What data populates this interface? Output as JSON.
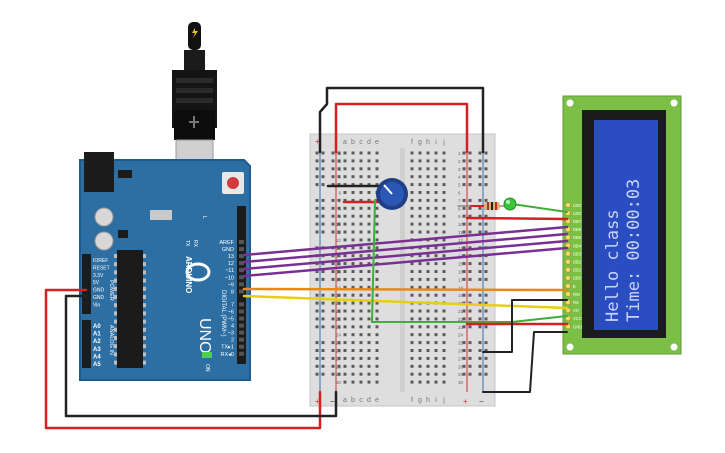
{
  "colors": {
    "arduino_blue": "#2d6ea3",
    "arduino_dark": "#1f5a8c",
    "breadboard": "#dedede",
    "rail_red": "#d0312d",
    "rail_blue": "#3b6fb6",
    "lcd_pcb": "#7bbf47",
    "lcd_screen": "#2a4dc2",
    "lcd_text": "#c9d4ff",
    "wire_red": "#d42020",
    "wire_black": "#222222",
    "wire_green": "#3fae3a",
    "wire_purple": "#7a2f93",
    "wire_orange": "#e58a17",
    "wire_yellow": "#e6cf12",
    "led_green": "#39c43a"
  },
  "arduino": {
    "brand": "ARDUINO",
    "model": "UNO",
    "digital_label": "DIGITAL (PWM~)",
    "power_label": "POWER",
    "analog_label": "ANALOG IN",
    "on_label": "ON",
    "tx_label": "TX",
    "rx_label": "RX",
    "l_label": "L",
    "digital_pins": [
      "AREF",
      "GND",
      "13",
      "12",
      "~11",
      "~10",
      "~9",
      "8",
      "7",
      "~6",
      "~5",
      "4",
      "~3",
      "2",
      "TX▸1",
      "RX◂0"
    ],
    "power_pins": [
      "IOREF",
      "RESET",
      "3.3V",
      "5V",
      "GND",
      "GND",
      "Vin"
    ],
    "analog_pins": [
      "A0",
      "A1",
      "A2",
      "A3",
      "A4",
      "A5"
    ]
  },
  "breadboard": {
    "column_labels_left": [
      "a",
      "b",
      "c",
      "d",
      "e"
    ],
    "column_labels_right": [
      "f",
      "g",
      "h",
      "i",
      "j"
    ],
    "rows": 30,
    "plus": "+",
    "minus": "−"
  },
  "lcd": {
    "line1": "Hello class",
    "line2": "Time: 00:00:03",
    "pins": [
      "LED",
      "LED",
      "DB7",
      "DB6",
      "DB5",
      "DB4",
      "DB3",
      "DB2",
      "DB1",
      "DB0",
      "E",
      "RW",
      "RS",
      "VO",
      "VCC",
      "GND"
    ]
  }
}
